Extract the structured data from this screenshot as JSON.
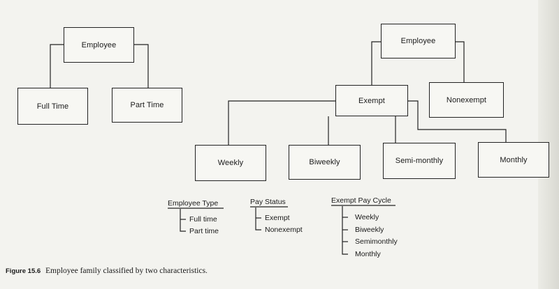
{
  "tree1": {
    "root": "Employee",
    "children": [
      "Full Time",
      "Part Time"
    ]
  },
  "tree2": {
    "root": "Employee",
    "level1": [
      "Exempt",
      "Nonexempt"
    ],
    "level2": [
      "Weekly",
      "Biweekly",
      "Semi-monthly",
      "Monthly"
    ]
  },
  "legend": {
    "employee_type": {
      "title": "Employee Type",
      "items": [
        "Full time",
        "Part time"
      ]
    },
    "pay_status": {
      "title": "Pay Status",
      "items": [
        "Exempt",
        "Nonexempt"
      ]
    },
    "exempt_pay_cycle": {
      "title": "Exempt Pay Cycle",
      "items": [
        "Weekly",
        "Biweekly",
        "Semimonthly",
        "Monthly"
      ]
    }
  },
  "caption": {
    "figure": "Figure 15.6",
    "text": "Employee family classified by two characteristics."
  }
}
